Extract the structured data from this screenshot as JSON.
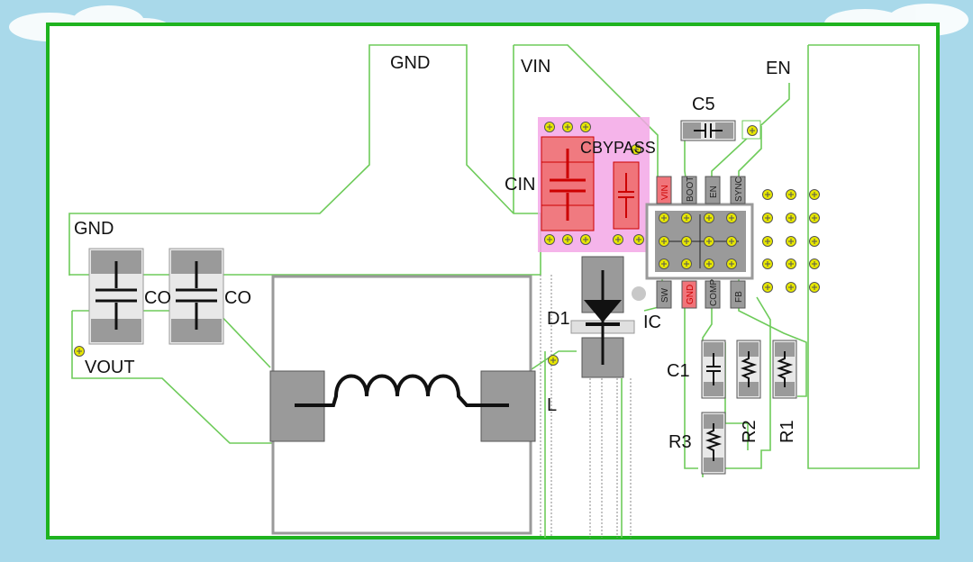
{
  "labels": {
    "gnd_top": "GND",
    "vin": "VIN",
    "en": "EN",
    "c5": "C5",
    "cbypass": "CBYPASS",
    "cin": "CIN",
    "gnd_left": "GND",
    "co1": "CO",
    "co2": "CO",
    "vout": "VOUT",
    "d1": "D1",
    "ic": "IC",
    "l": "L",
    "c1": "C1",
    "r3": "R3",
    "r2": "R2",
    "r1": "R1"
  },
  "pins": {
    "vin": "VIN",
    "boot": "BOOT",
    "en": "EN",
    "sync": "SYNC",
    "sw": "SW",
    "gnd": "GND",
    "comp": "COMP",
    "fb": "FB"
  },
  "colors": {
    "background": "#a9d9ea",
    "board_border": "#1fb31f",
    "trace": "#6ecb5a",
    "pad": "#9a9a9a",
    "highlight": "#f3a7e6",
    "red_pad": "#f0747a",
    "via": "#e8e800"
  },
  "icons": [
    "capacitor-icon",
    "resistor-icon",
    "inductor-icon",
    "diode-icon",
    "via-icon"
  ]
}
